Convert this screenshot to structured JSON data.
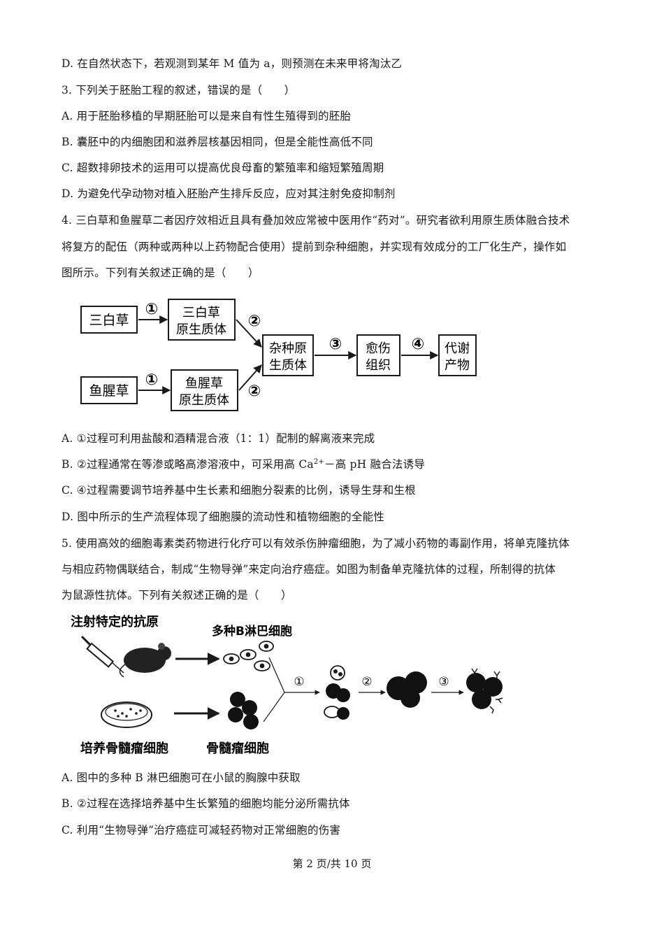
{
  "lines": {
    "l1": "D. 在自然状态下，若观测到某年 M 值为 a，则预测在未来甲将淘汰乙",
    "q3": "3. 下列关于胚胎工程的叙述，错误的是（　　）",
    "q3a": "A. 用于胚胎移植的早期胚胎可以是来自有性生殖得到的胚胎",
    "q3b": "B. 囊胚中的内细胞团和滋养层核基因相同，但是全能性高低不同",
    "q3c": "C. 超数排卵技术的运用可以提高优良母畜的繁殖率和缩短繁殖周期",
    "q3d": "D. 为避免代孕动物对植入胚胎产生排斥反应，应对其注射免疫抑制剂",
    "q4_1": "4. 三白草和鱼腥草二者因疗效相近且具有叠加效应常被中医用作“药对”。研究者欲利用原生质体融合技术",
    "q4_2": "将复方的配伍（两种或两种以上药物配合使用）提前到杂种细胞，并实现有效成分的工厂化生产，操作如",
    "q4_3": "图所示。下列有关叙述正确的是（　　）",
    "q4a": "A. ①过程可利用盐酸和酒精混合液（1：1）配制的解离液来完成",
    "q4b_pre": "B. ②过程通常在等渗或略高渗溶液中，可采用高 Ca",
    "q4b_sup": "2+",
    "q4b_post": "－高 pH 融合法诱导",
    "q4c": "C. ④过程需要调节培养基中生长素和细胞分裂素的比例，诱导生芽和生根",
    "q4d": "D. 图中所示的生产流程体现了细胞膜的流动性和植物细胞的全能性",
    "q5_1": "5. 使用高效的细胞毒素类药物进行化疗可以有效杀伤肿瘤细胞，为了减小药物的毒副作用，将单克隆抗体",
    "q5_2": "与相应药物偶联结合，制成“生物导弹”来定向治疗癌症。如图为制备单克隆抗体的过程，所制得的抗体",
    "q5_3": "为鼠源性抗体。下列有关叙述正确的是（　　）",
    "q5a": "A. 图中的多种 B 淋巴细胞可在小鼠的胸腺中获取",
    "q5b": "B. ②过程在选择培养基中生长繁殖的细胞均能分泌所需抗体",
    "q5c": "C. 利用“生物导弹”治疗癌症可减轻药物对正常细胞的伤害"
  },
  "diagram1": {
    "sanbaicao": "三白草",
    "yuxingcao": "鱼腥草",
    "sbc_proto_1": "三白草",
    "sbc_proto_2": "原生质体",
    "yxc_proto_1": "鱼腥草",
    "yxc_proto_2": "原生质体",
    "hybrid_1": "杂种原",
    "hybrid_2": "生质体",
    "callus_1": "愈伤",
    "callus_2": "组织",
    "metab_1": "代谢",
    "metab_2": "产物",
    "s1": "①",
    "s2": "②",
    "s3": "③",
    "s4": "④"
  },
  "diagram2": {
    "inject": "注射特定的抗原",
    "bcells": "多种B淋巴细胞",
    "culture": "培养骨髓瘤细胞",
    "myeloma": "骨髓瘤细胞",
    "s1": "①",
    "s2": "②",
    "s3": "③"
  },
  "footer": "第 2 页/共 10 页"
}
